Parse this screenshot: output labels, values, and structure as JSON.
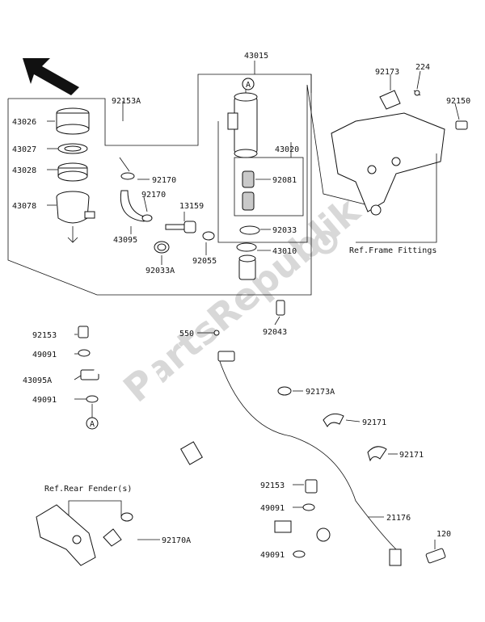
{
  "labels": {
    "p43015": "43015",
    "p92153A": "92153A",
    "p43026": "43026",
    "p43027": "43027",
    "p43028": "43028",
    "p43078": "43078",
    "p92170a": "92170",
    "p92170b": "92170",
    "p13159": "13159",
    "p43095": "43095",
    "p92033A": "92033A",
    "p92055": "92055",
    "p43020": "43020",
    "p92081": "92081",
    "p92033": "92033",
    "p43010": "43010",
    "p92043": "92043",
    "p92173": "92173",
    "p224": "224",
    "p92150": "92150",
    "ref_frame": "Ref.Frame Fittings",
    "p92153": "92153",
    "p49091a": "49091",
    "p43095A": "43095A",
    "p49091b": "49091",
    "p550": "550",
    "p92173A": "92173A",
    "p92171a": "92171",
    "p92171b": "92171",
    "ref_fender": "Ref.Rear Fender(s)",
    "p92153b": "92153",
    "p49091c": "49091",
    "p21176": "21176",
    "p92170A": "92170A",
    "p49091d": "49091",
    "p120": "120",
    "marker_a1": "A",
    "marker_a2": "A"
  },
  "watermark": "PartsRepublik",
  "icons": {
    "direction_arrow": "front-arrow-icon",
    "gear": "gear-icon"
  },
  "colors": {
    "line": "#111111",
    "shade": "#c9c9c9",
    "watermark": "#d8d8d8"
  }
}
